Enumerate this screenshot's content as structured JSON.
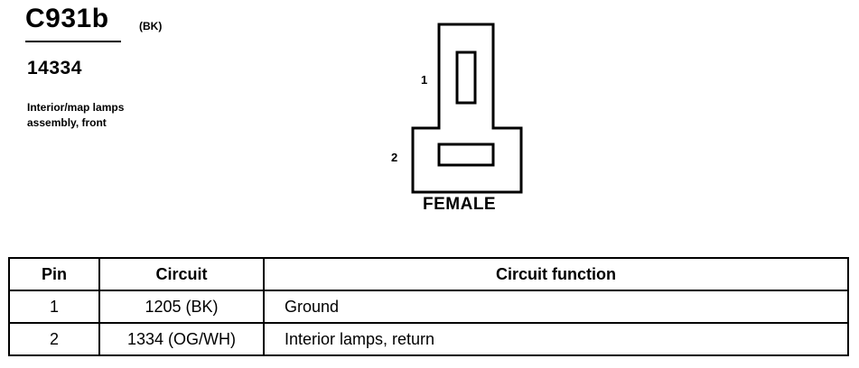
{
  "connector": {
    "id": "C931b",
    "color_code": "(BK)",
    "part_number": "14334",
    "description_line1": "Interior/map lamps",
    "description_line2": "assembly, front"
  },
  "diagram": {
    "pin_labels": [
      "1",
      "2"
    ],
    "gender": "FEMALE"
  },
  "table": {
    "headers": [
      "Pin",
      "Circuit",
      "Circuit function"
    ],
    "rows": [
      {
        "pin": "1",
        "circuit": "1205 (BK)",
        "function": "Ground"
      },
      {
        "pin": "2",
        "circuit": "1334 (OG/WH)",
        "function": "Interior lamps, return"
      }
    ]
  }
}
